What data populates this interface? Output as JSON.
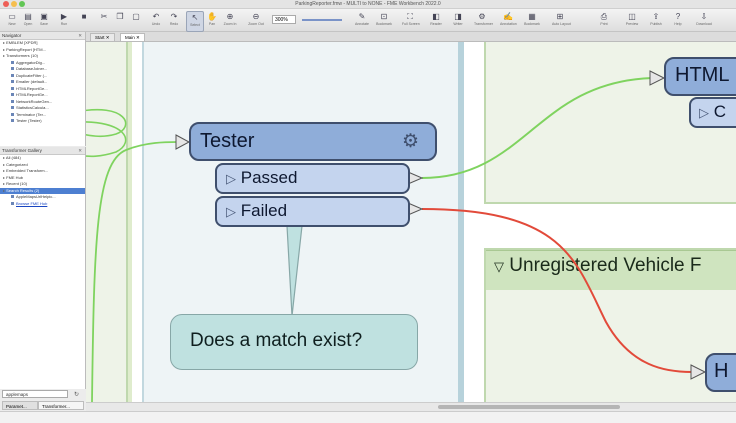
{
  "window": {
    "title": "ParkingReporter.fmw - MULTI to NONE - FME Workbench 2022.0"
  },
  "toolbar": {
    "buttons": [
      {
        "label": "New",
        "icon": "new-file-icon"
      },
      {
        "label": "Open",
        "icon": "folder-icon"
      },
      {
        "label": "Save",
        "icon": "save-icon"
      },
      {
        "label": "Run",
        "icon": "play-icon"
      },
      {
        "label": "",
        "icon": "stop-icon"
      },
      {
        "label": "",
        "icon": "cut-icon"
      },
      {
        "label": "",
        "icon": "copy-icon"
      },
      {
        "label": "",
        "icon": "paste-icon"
      },
      {
        "label": "Undo",
        "icon": "undo-icon"
      },
      {
        "label": "Redo",
        "icon": "redo-icon"
      },
      {
        "label": "Select",
        "icon": "pointer-icon"
      },
      {
        "label": "Pan",
        "icon": "hand-icon"
      },
      {
        "label": "Zoom In",
        "icon": "zoom-in-icon"
      },
      {
        "label": "Zoom Out",
        "icon": "zoom-out-icon"
      },
      {
        "label": "Annotate",
        "icon": "annotate-icon"
      },
      {
        "label": "Bookmark",
        "icon": "bookmark-icon"
      },
      {
        "label": "Full Screen",
        "icon": "fullscreen-icon"
      },
      {
        "label": "Reader",
        "icon": "reader-icon"
      },
      {
        "label": "Writer",
        "icon": "writer-icon"
      },
      {
        "label": "Transformer",
        "icon": "transformer-icon"
      },
      {
        "label": "Annotation",
        "icon": "annotation-icon"
      },
      {
        "label": "Bookmark",
        "icon": "bookmark2-icon"
      },
      {
        "label": "Auto Layout",
        "icon": "layout-icon"
      },
      {
        "label": "Print",
        "icon": "print-icon"
      },
      {
        "label": "Preview",
        "icon": "preview-icon"
      },
      {
        "label": "Publish",
        "icon": "publish-icon"
      },
      {
        "label": "Help",
        "icon": "help-icon"
      },
      {
        "label": "Download",
        "icon": "download-icon"
      }
    ],
    "zoom": "300%"
  },
  "navigator": {
    "title": "Navigator",
    "items": [
      {
        "label": "EMBLEM [XPDR]",
        "depth": 0
      },
      {
        "label": "ParkingReport [HTM...",
        "depth": 0
      },
      {
        "label": "Transformers (10)",
        "depth": 0
      },
      {
        "label": "AggregatorDig...",
        "depth": 1
      },
      {
        "label": "DatabaseJoiner...",
        "depth": 1
      },
      {
        "label": "DuplicateFilter (...",
        "depth": 1
      },
      {
        "label": "Emailer (default...",
        "depth": 1
      },
      {
        "label": "HTMLReportGe...",
        "depth": 1
      },
      {
        "label": "HTMLReportGe...",
        "depth": 1
      },
      {
        "label": "NetworkRouteGen...",
        "depth": 1
      },
      {
        "label": "StatisticsCalcula...",
        "depth": 1
      },
      {
        "label": "Terminator (Ter...",
        "depth": 1
      },
      {
        "label": "Tester (Tester)",
        "depth": 1
      }
    ]
  },
  "gallery": {
    "title": "Transformer Gallery",
    "items": [
      {
        "label": "All (484)",
        "depth": 0,
        "style": ""
      },
      {
        "label": "Categorized",
        "depth": 0,
        "style": ""
      },
      {
        "label": "Embedded Transform...",
        "depth": 0,
        "style": ""
      },
      {
        "label": "FME Hub",
        "depth": 0,
        "style": ""
      },
      {
        "label": "Recent (10)",
        "depth": 0,
        "style": ""
      },
      {
        "label": "Search Results (2)",
        "depth": 0,
        "style": "hl"
      },
      {
        "label": "AppleMapsUrlHelpic...",
        "depth": 1,
        "style": ""
      },
      {
        "label": "Browse FME Hub",
        "depth": 1,
        "style": "link"
      }
    ]
  },
  "search": {
    "value": "applemaps"
  },
  "bottom_tabs": [
    {
      "label": "Paramet..."
    },
    {
      "label": "Transformer..."
    }
  ],
  "doc_tabs": [
    {
      "label": "Start",
      "active": false
    },
    {
      "label": "Main",
      "active": true
    }
  ],
  "canvas": {
    "tester": {
      "title": "Tester",
      "ports": [
        "Passed",
        "Failed"
      ]
    },
    "callout": "Does a match exist?",
    "writer_top": {
      "title": "HTML",
      "port": "C"
    },
    "bookmark_title": "Unregistered Vehicle F",
    "writer_bottom": {
      "title": "H"
    }
  },
  "colors": {
    "node_fill": "#8fadd9",
    "port_fill": "#c4d4ee",
    "node_border": "#3f4f6d",
    "passed_wire": "#7fd35f",
    "failed_wire": "#e24a3a",
    "bookmark_green": "#cfe4bf",
    "callout": "#bfe1e0"
  }
}
